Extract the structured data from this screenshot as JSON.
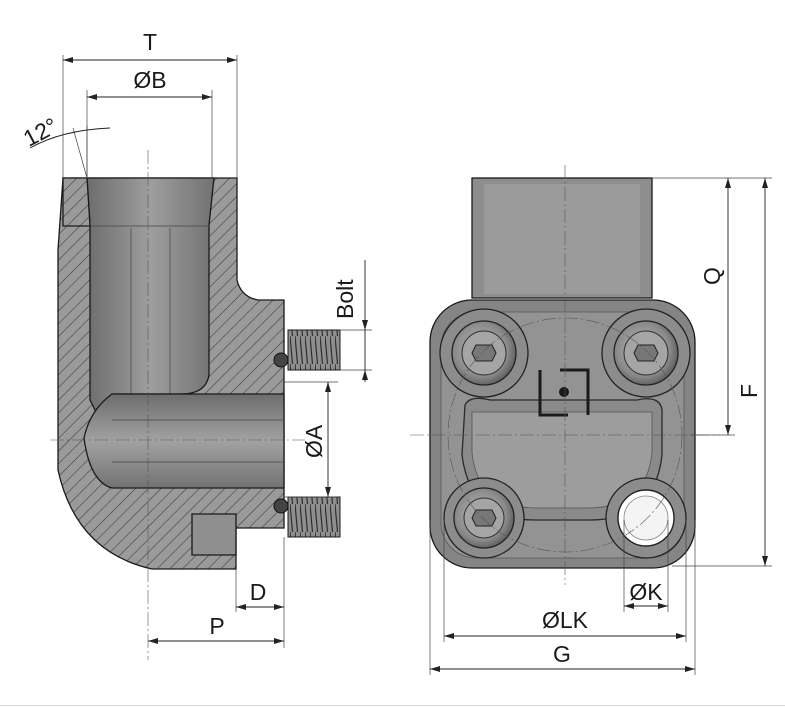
{
  "colors": {
    "body_fill": "#8c8c8c",
    "body_dark": "#6e6e6e",
    "body_light": "#a8a8a8",
    "hatch": "#3a3a3a",
    "line": "#1a1a1a"
  },
  "labels": {
    "T": "T",
    "B": "ØB",
    "angle": "12°",
    "bolt": "Bolt",
    "A": "ØA",
    "D": "D",
    "P": "P",
    "Q": "Q",
    "F": "F",
    "LK": "ØLK",
    "K": "ØK",
    "G": "G"
  }
}
